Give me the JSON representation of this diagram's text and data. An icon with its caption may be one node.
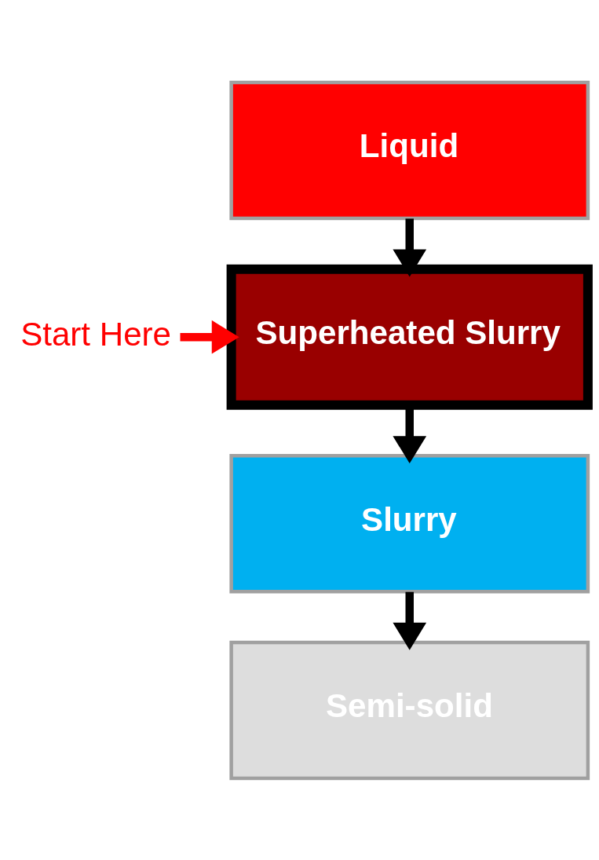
{
  "diagram": {
    "nodes": [
      {
        "text": [
          "Liquid"
        ]
      },
      {
        "text": [
          "Superheated Slurry"
        ]
      },
      {
        "text": [
          "Slurry"
        ]
      },
      {
        "text": [
          "Semi-solid"
        ]
      },
      {
        "text": [
          "Start Here"
        ]
      }
    ],
    "edges": [
      {
        "from": 0,
        "to": 1,
        "arrow": "to"
      },
      {
        "from": 1,
        "to": 2,
        "arrow": "to"
      },
      {
        "from": 2,
        "to": 3,
        "arrow": "to"
      },
      {
        "from": 4,
        "to": 1,
        "arrow": "to",
        "color": "#ff0000"
      }
    ]
  }
}
